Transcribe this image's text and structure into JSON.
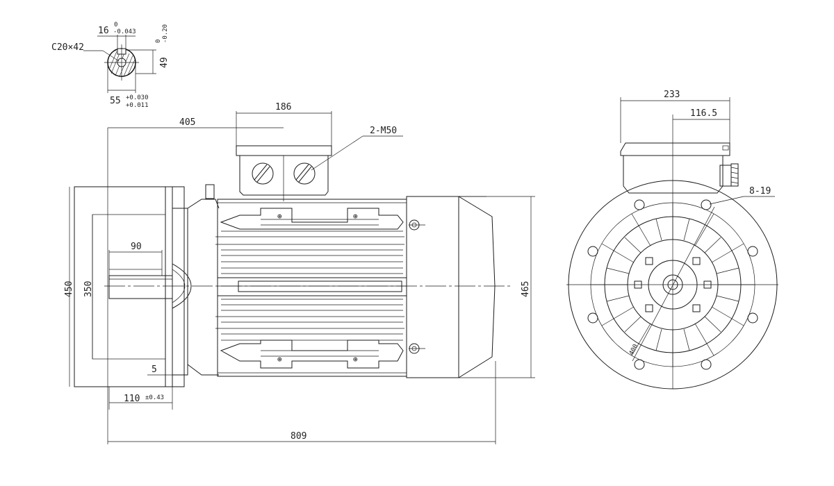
{
  "dimensions": {
    "keyway_width": "16",
    "keyway_width_tol_upper": "0",
    "keyway_width_tol_lower": "-0.043",
    "center_hole": "C20×42",
    "key_height": "49",
    "key_height_tol_upper": "0",
    "key_height_tol_lower": "-0.20",
    "shaft_diameter": "55",
    "shaft_diameter_tol_upper": "+0.030",
    "shaft_diameter_tol_lower": "+0.011",
    "terminal_box_width": "186",
    "terminal_box_offset": "405",
    "cable_glands": "2-M50",
    "key_length": "90",
    "flange_diameter": "450",
    "spigot_diameter": "350",
    "spigot_depth": "5",
    "shaft_length": "110",
    "shaft_length_tol": "±0.43",
    "total_length": "809",
    "motor_height": "465",
    "end_box_width": "233",
    "end_box_half": "116.5",
    "flange_holes": "8-19",
    "pcd": "400"
  }
}
